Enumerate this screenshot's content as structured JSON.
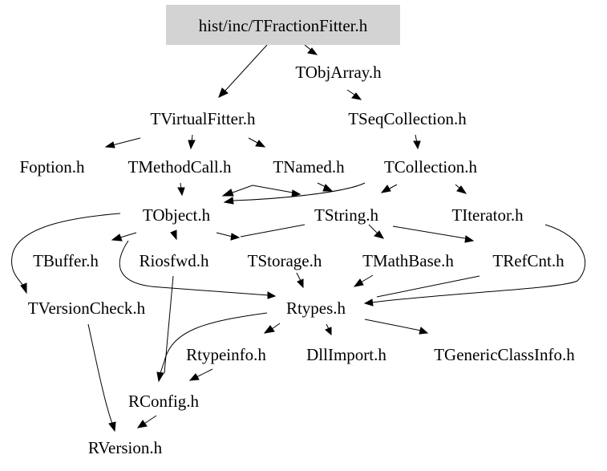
{
  "diagram": {
    "title_node_fill": "#d3d3d3",
    "nodes": {
      "root": "hist/inc/TFractionFitter.h",
      "tobjarray": "TObjArray.h",
      "tvirtualfitter": "TVirtualFitter.h",
      "tseqcollection": "TSeqCollection.h",
      "foption": "Foption.h",
      "tmethodcall": "TMethodCall.h",
      "tnamed": "TNamed.h",
      "tcollection": "TCollection.h",
      "tobject": "TObject.h",
      "tstring": "TString.h",
      "titerator": "TIterator.h",
      "tbuffer": "TBuffer.h",
      "riosfwd": "Riosfwd.h",
      "tstorage": "TStorage.h",
      "tmathbase": "TMathBase.h",
      "trefcnt": "TRefCnt.h",
      "tversioncheck": "TVersionCheck.h",
      "rtypes": "Rtypes.h",
      "rtypeinfo": "Rtypeinfo.h",
      "dllimport": "DllImport.h",
      "tgenericclassinfo": "TGenericClassInfo.h",
      "rconfig": "RConfig.h",
      "rversion": "RVersion.h"
    }
  }
}
